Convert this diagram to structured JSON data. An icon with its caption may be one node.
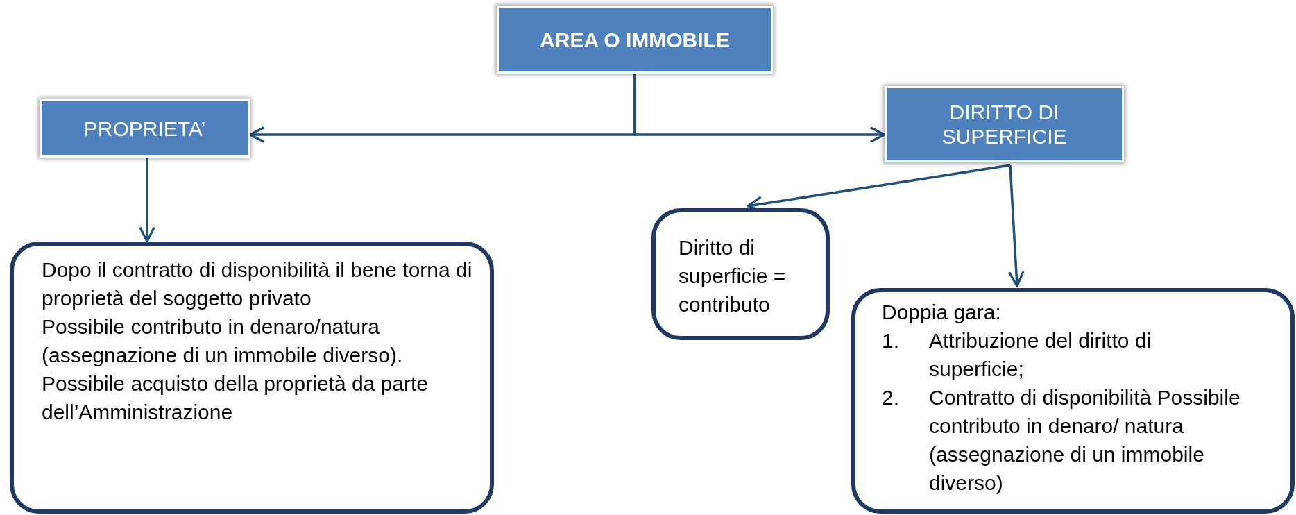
{
  "diagram": {
    "nodes": [
      {
        "text": [
          "AREA O IMMOBILE"
        ]
      },
      {
        "text": [
          "PROPRIETA’"
        ]
      },
      {
        "text": [
          "DIRITTO DI SUPERFICIE"
        ]
      },
      {
        "text": [
          "Dopo il contratto di disponibilità il bene torna di proprietà del soggetto privato",
          "Possibile contributo in denaro/natura (assegnazione di un immobile diverso).",
          "Possibile acquisto della proprietà da parte dell’Amministrazione"
        ]
      },
      {
        "text": [
          "Diritto di superficie = contributo"
        ]
      },
      {
        "text": [
          "Doppia gara:",
          "1.",
          "Attribuzione del diritto di superficie;",
          "2.",
          "Contratto di disponibilità Possibile contributo in denaro/ natura (assegnazione di un immobile diverso)"
        ]
      }
    ],
    "edges": [
      {
        "from": 0,
        "to": 1,
        "arrow": "to"
      },
      {
        "from": 0,
        "to": 2,
        "arrow": "to"
      },
      {
        "from": 1,
        "to": 3,
        "arrow": "to"
      },
      {
        "from": 2,
        "to": 4,
        "arrow": "to"
      },
      {
        "from": 2,
        "to": 5,
        "arrow": "to"
      }
    ]
  }
}
